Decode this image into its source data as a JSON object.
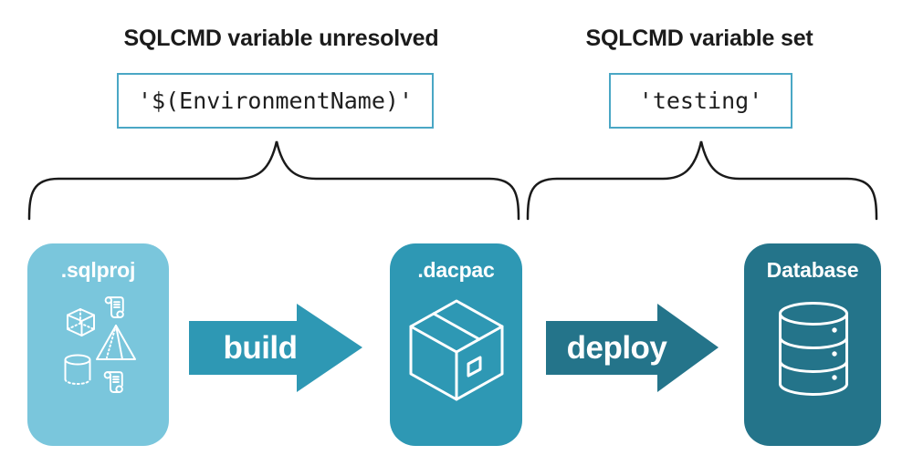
{
  "annotations": {
    "left": {
      "heading": "SQLCMD variable unresolved",
      "value": "'$(EnvironmentName)'"
    },
    "right": {
      "heading": "SQLCMD variable set",
      "value": "'testing'"
    }
  },
  "pipeline": {
    "stages": [
      {
        "label": ".sqlproj",
        "icons": [
          "scroll-icon",
          "cube-icon",
          "pyramid-icon",
          "cylinder-icon",
          "scroll-icon"
        ]
      },
      {
        "label": ".dacpac",
        "icons": [
          "package-icon"
        ]
      },
      {
        "label": "Database",
        "icons": [
          "database-icon"
        ]
      }
    ],
    "arrows": [
      {
        "label": "build"
      },
      {
        "label": "deploy"
      }
    ]
  },
  "colors": {
    "background": "#ffffff",
    "heading_text": "#1b1b1b",
    "code_text": "#1e1e1e",
    "code_box_border": "#4aa7c5",
    "brace": "#1a1a1a",
    "sqlproj_box": "#7ac6dc",
    "dacpac_box": "#2e98b4",
    "database_box": "#24748a",
    "build_arrow": "#2e98b4",
    "deploy_arrow": "#24748a",
    "icon_stroke": "#ffffff",
    "label_text": "#ffffff"
  }
}
